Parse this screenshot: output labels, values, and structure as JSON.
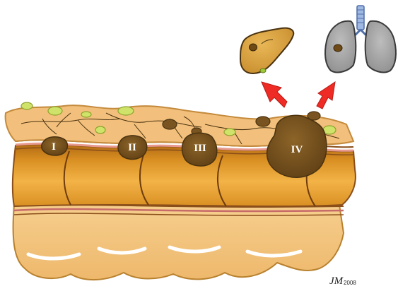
{
  "diagram": {
    "stages": [
      {
        "label": "I"
      },
      {
        "label": "II"
      },
      {
        "label": "III"
      },
      {
        "label": "IV"
      }
    ],
    "metastasis_targets": [
      {
        "name": "liver-icon"
      },
      {
        "name": "lungs-icon"
      }
    ],
    "signature": {
      "initials": "JM",
      "year": "2008"
    }
  },
  "colors": {
    "bowel_dark": "#b8751c",
    "bowel_mid": "#d98f22",
    "bowel_light": "#f0b04a",
    "fat": "#f2c07c",
    "fat_outline": "#c48a3c",
    "tumor": "#7a5420",
    "tumor_outline": "#4a3210",
    "lymph_node": "#cfe36a",
    "liver": "#d8a038",
    "lung": "#9c9c9c",
    "arrow": "#ee2b24",
    "mucosa_pink": "#e89a8e"
  }
}
